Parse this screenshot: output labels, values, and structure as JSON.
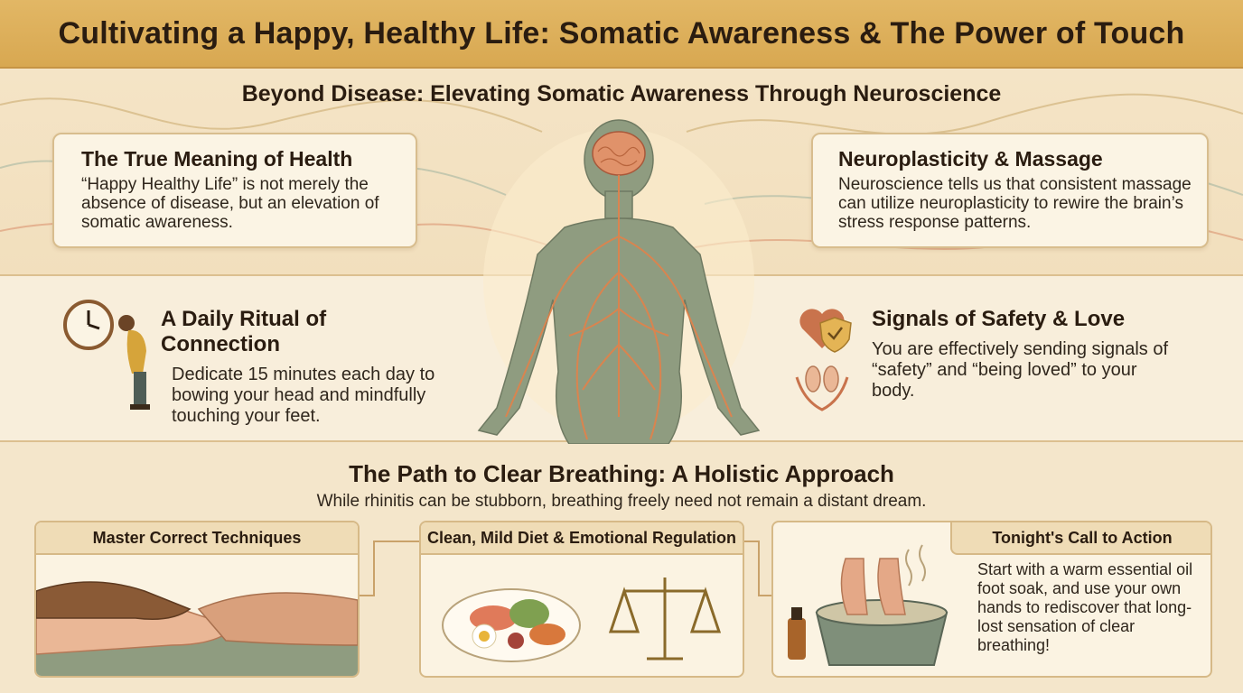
{
  "header": {
    "title": "Cultivating a Happy, Healthy Life: Somatic Awareness & The Power of Touch"
  },
  "top_section": {
    "heading": "Beyond Disease: Elevating Somatic Awareness Through Neuroscience",
    "left_card": {
      "title": "The True Meaning of Health",
      "text": "“Happy Healthy Life” is not merely the absence of disease, but an elevation of somatic awareness."
    },
    "right_card": {
      "title": "Neuroplasticity & Massage",
      "text": "Neuroscience tells us that consistent massage can utilize neuroplasticity to rewire the brain’s stress response patterns."
    }
  },
  "middle_section": {
    "left": {
      "title": "A Daily Ritual of Connection",
      "text": "Dedicate 15 minutes each day to bowing your head and mindfully touching your feet.",
      "icons": [
        "clock-icon",
        "bowing-person-icon"
      ]
    },
    "right": {
      "title": "Signals of Safety & Love",
      "text": "You are effectively sending signals of “safety” and “being loved” to your body.",
      "icons": [
        "heart-shield-icon",
        "hands-holding-feet-icon"
      ]
    }
  },
  "bottom_section": {
    "heading": "The Path to Clear Breathing: A Holistic Approach",
    "subheading": "While rhinitis can be stubborn, breathing freely need not remain a distant dream.",
    "panels": [
      {
        "title": "Master Correct Techniques",
        "illustration": "hands-massaging-foot"
      },
      {
        "title": "Clean, Mild Diet & Emotional Regulation",
        "illustration": "food-plate-and-balance-scale"
      },
      {
        "title": "Tonight's Call to Action",
        "text": "Start with a warm essential oil foot soak, and use your own hands to rediscover that long-lost sensation of clear breathing!",
        "illustration": "foot-soak-basin-and-oil-bottle"
      }
    ]
  },
  "colors": {
    "header": "#d8a851",
    "cream": "#f6ead2",
    "card_border": "#d8bd8e",
    "body_figure": "#8f9c80",
    "nerves": "#e2824a"
  }
}
